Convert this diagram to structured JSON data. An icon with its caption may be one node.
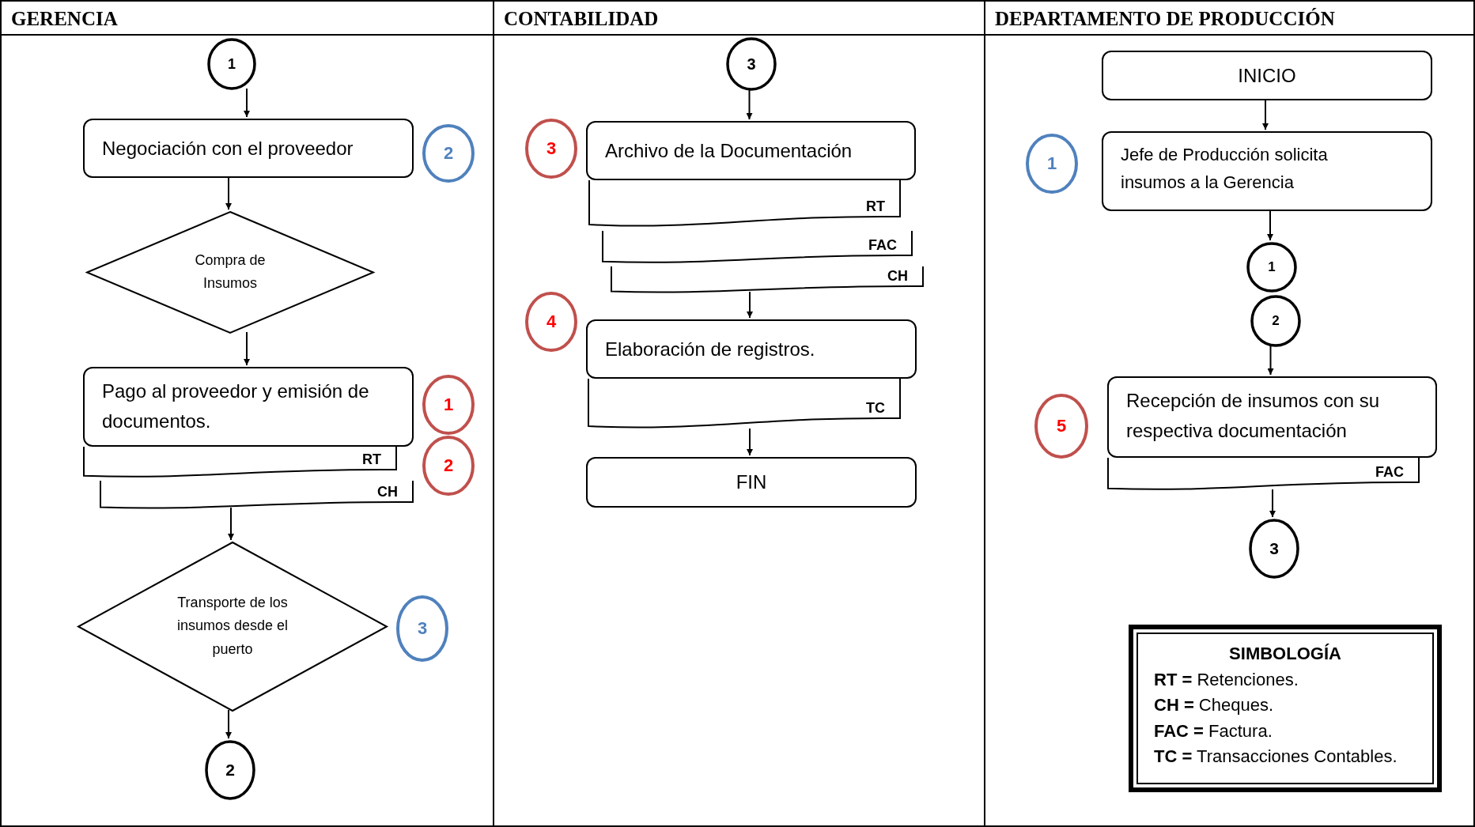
{
  "diagram": {
    "nodes": [
      {
        "text": [
          "GERENCIA"
        ]
      },
      {
        "text": [
          "1"
        ],
        "in": 0
      },
      {
        "text": [
          "Negociación con el proveedor"
        ],
        "in": 0
      },
      {
        "text": [
          "2"
        ],
        "in": 0
      },
      {
        "text": [
          "Compra de Insumos"
        ],
        "in": 0
      },
      {
        "text": [
          "Pago al proveedor y emisión de documentos."
        ],
        "in": 0
      },
      {
        "text": [
          "RT"
        ],
        "in": 0
      },
      {
        "text": [
          "CH"
        ],
        "in": 0
      },
      {
        "text": [
          "1"
        ],
        "in": 0
      },
      {
        "text": [
          "2"
        ],
        "in": 0
      },
      {
        "text": [
          "Transporte de los insumos desde el puerto"
        ],
        "in": 0
      },
      {
        "text": [
          "3"
        ],
        "in": 0
      },
      {
        "text": [
          "2"
        ],
        "in": 0
      },
      {
        "text": [
          "CONTABILIDAD"
        ]
      },
      {
        "text": [
          "3"
        ],
        "in": 13
      },
      {
        "text": [
          "Archivo de la Documentación"
        ],
        "in": 13
      },
      {
        "text": [
          "RT"
        ],
        "in": 13
      },
      {
        "text": [
          "FAC"
        ],
        "in": 13
      },
      {
        "text": [
          "CH"
        ],
        "in": 13
      },
      {
        "text": [
          "3"
        ],
        "in": 13
      },
      {
        "text": [
          "4"
        ],
        "in": 13
      },
      {
        "text": [
          "Elaboración de registros."
        ],
        "in": 13
      },
      {
        "text": [
          "TC"
        ],
        "in": 13
      },
      {
        "text": [
          "FIN"
        ],
        "in": 13
      },
      {
        "text": [
          "DEPARTAMENTO DE PRODUCCIÓN"
        ]
      },
      {
        "text": [
          "INICIO"
        ],
        "in": 24
      },
      {
        "text": [
          "1"
        ],
        "in": 24
      },
      {
        "text": [
          "Jefe de Producción solicita insumos a la Gerencia"
        ],
        "in": 24
      },
      {
        "text": [
          "1"
        ],
        "in": 24
      },
      {
        "text": [
          "2"
        ],
        "in": 24
      },
      {
        "text": [
          "5"
        ],
        "in": 24
      },
      {
        "text": [
          "Recepción de insumos con su respectiva documentación"
        ],
        "in": 24
      },
      {
        "text": [
          "FAC"
        ],
        "in": 24
      },
      {
        "text": [
          "3"
        ],
        "in": 24
      },
      {
        "text": [
          "SIMBOLOGÍA",
          "**RT =** Retenciones.",
          "**CH =** Cheques.",
          "**FAC =** Factura.",
          "**TC =** Transacciones Contables."
        ],
        "in": 24
      }
    ],
    "edges": [
      {
        "from": 1,
        "to": 2,
        "arrow": "to"
      },
      {
        "from": 2,
        "to": 4,
        "arrow": "to"
      },
      {
        "from": 4,
        "to": 5,
        "arrow": "to"
      },
      {
        "from": 7,
        "to": 10,
        "arrow": "to"
      },
      {
        "from": 10,
        "to": 12,
        "arrow": "to"
      },
      {
        "from": 14,
        "to": 15,
        "arrow": "to"
      },
      {
        "from": 18,
        "to": 21,
        "arrow": "to"
      },
      {
        "from": 22,
        "to": 23,
        "arrow": "to"
      },
      {
        "from": 25,
        "to": 27,
        "arrow": "to"
      },
      {
        "from": 27,
        "to": 28,
        "arrow": "to"
      },
      {
        "from": 29,
        "to": 31,
        "arrow": "to"
      },
      {
        "from": 32,
        "to": 33,
        "arrow": "to"
      }
    ]
  }
}
